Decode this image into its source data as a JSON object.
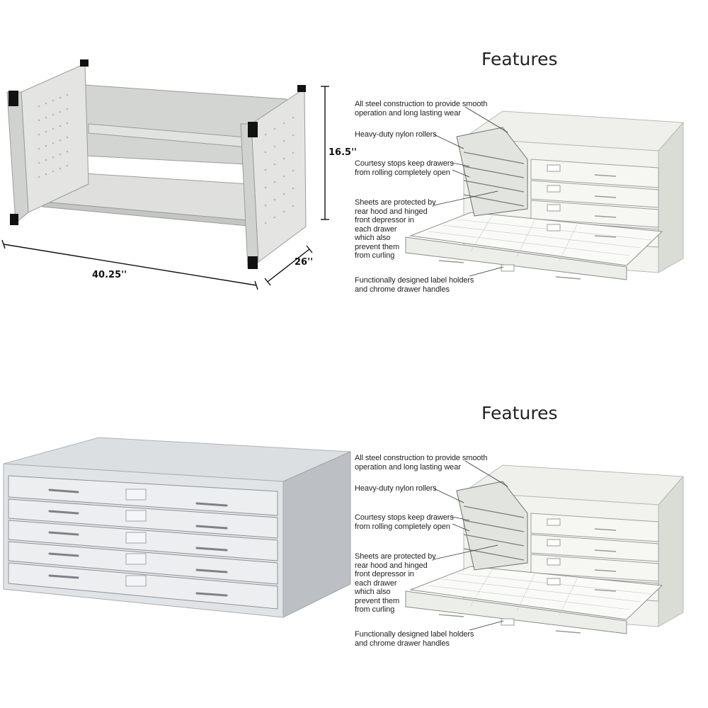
{
  "dimensions": {
    "height": "16.5''",
    "width": "40.25''",
    "depth": "26''"
  },
  "feature_panels": [
    {
      "title": "Features",
      "callouts": [
        "All steel construction to provide smooth\noperation and long lasting wear",
        "Heavy-duty nylon rollers",
        "Courtesy stops keep drawers\nfrom rolling completely open",
        "Sheets are protected by\nrear hood and hinged\nfront depressor in\neach drawer\nwhich also\nprevent them\nfrom curling",
        "Functionally designed label holders\nand chrome drawer handles"
      ]
    },
    {
      "title": "Features",
      "callouts": [
        "All steel construction to provide smooth\noperation and long lasting wear",
        "Heavy-duty nylon rollers",
        "Courtesy stops keep drawers\nfrom rolling completely open",
        "Sheets are protected by\nrear hood and hinged\nfront depressor in\neach drawer\nwhich also\nprevent them\nfrom curling",
        "Functionally designed label holders\nand chrome drawer handles"
      ]
    }
  ],
  "colors": {
    "steel_light": "#e6e7e5",
    "steel_mid": "#cfd1cf",
    "steel_dark": "#a9aba9",
    "cabinet_silver": "#d9dcdf",
    "leader_line": "#333333"
  }
}
